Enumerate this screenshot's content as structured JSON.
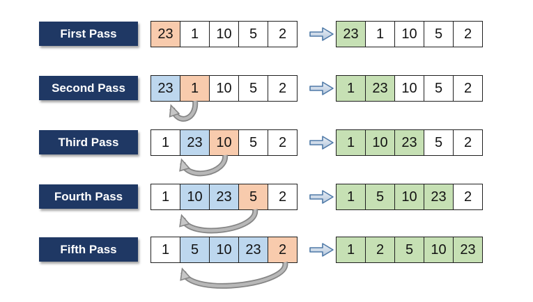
{
  "colors": {
    "label_background": "#1F3864",
    "label_text": "#FFFFFF",
    "highlight_orange": "#F8CBAD",
    "highlight_blue": "#BDD7EE",
    "highlight_green": "#C6E0B4",
    "cell_border": "#1F1F1F",
    "block_arrow_border": "#4E79A7",
    "block_arrow_fill": "#C9D6E8",
    "swap_arrow_gray": "#A6A6A6"
  },
  "rows": [
    {
      "label": "First Pass",
      "before": [
        {
          "v": "23",
          "hl": "orange"
        },
        {
          "v": "1",
          "hl": "none"
        },
        {
          "v": "10",
          "hl": "none"
        },
        {
          "v": "5",
          "hl": "none"
        },
        {
          "v": "2",
          "hl": "none"
        }
      ],
      "after": [
        {
          "v": "23",
          "hl": "green"
        },
        {
          "v": "1",
          "hl": "none"
        },
        {
          "v": "10",
          "hl": "none"
        },
        {
          "v": "5",
          "hl": "none"
        },
        {
          "v": "2",
          "hl": "none"
        }
      ],
      "swap": null
    },
    {
      "label": "Second Pass",
      "before": [
        {
          "v": "23",
          "hl": "blue"
        },
        {
          "v": "1",
          "hl": "orange"
        },
        {
          "v": "10",
          "hl": "none"
        },
        {
          "v": "5",
          "hl": "none"
        },
        {
          "v": "2",
          "hl": "none"
        }
      ],
      "after": [
        {
          "v": "1",
          "hl": "green"
        },
        {
          "v": "23",
          "hl": "green"
        },
        {
          "v": "10",
          "hl": "none"
        },
        {
          "v": "5",
          "hl": "none"
        },
        {
          "v": "2",
          "hl": "none"
        }
      ],
      "swap": {
        "from_index": 1,
        "to_index": 0
      }
    },
    {
      "label": "Third Pass",
      "before": [
        {
          "v": "1",
          "hl": "none"
        },
        {
          "v": "23",
          "hl": "blue"
        },
        {
          "v": "10",
          "hl": "orange"
        },
        {
          "v": "5",
          "hl": "none"
        },
        {
          "v": "2",
          "hl": "none"
        }
      ],
      "after": [
        {
          "v": "1",
          "hl": "green"
        },
        {
          "v": "10",
          "hl": "green"
        },
        {
          "v": "23",
          "hl": "green"
        },
        {
          "v": "5",
          "hl": "none"
        },
        {
          "v": "2",
          "hl": "none"
        }
      ],
      "swap": {
        "from_index": 2,
        "to_index": 1
      }
    },
    {
      "label": "Fourth Pass",
      "before": [
        {
          "v": "1",
          "hl": "none"
        },
        {
          "v": "10",
          "hl": "blue"
        },
        {
          "v": "23",
          "hl": "blue"
        },
        {
          "v": "5",
          "hl": "orange"
        },
        {
          "v": "2",
          "hl": "none"
        }
      ],
      "after": [
        {
          "v": "1",
          "hl": "green"
        },
        {
          "v": "5",
          "hl": "green"
        },
        {
          "v": "10",
          "hl": "green"
        },
        {
          "v": "23",
          "hl": "green"
        },
        {
          "v": "2",
          "hl": "none"
        }
      ],
      "swap": {
        "from_index": 3,
        "to_index": 1
      }
    },
    {
      "label": "Fifth Pass",
      "before": [
        {
          "v": "1",
          "hl": "none"
        },
        {
          "v": "5",
          "hl": "blue"
        },
        {
          "v": "10",
          "hl": "blue"
        },
        {
          "v": "23",
          "hl": "blue"
        },
        {
          "v": "2",
          "hl": "orange"
        }
      ],
      "after": [
        {
          "v": "1",
          "hl": "green"
        },
        {
          "v": "2",
          "hl": "green"
        },
        {
          "v": "5",
          "hl": "green"
        },
        {
          "v": "10",
          "hl": "green"
        },
        {
          "v": "23",
          "hl": "green"
        }
      ],
      "swap": {
        "from_index": 4,
        "to_index": 1
      }
    }
  ]
}
